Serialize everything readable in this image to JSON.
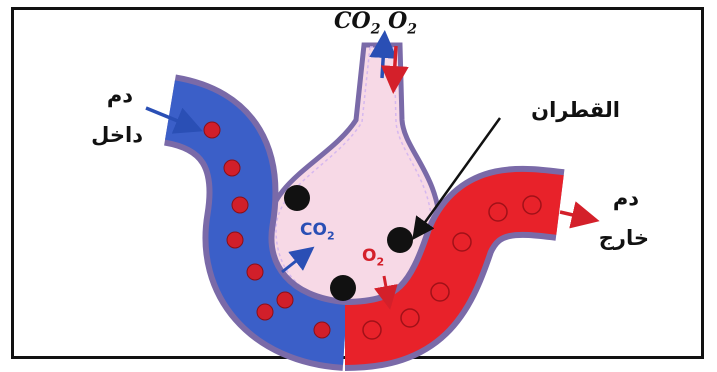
{
  "labels": {
    "blood_in_line1": "دم",
    "blood_in_line2": "داخل",
    "blood_out_line1": "دم",
    "blood_out_line2": "خارج",
    "capillary": "القطران",
    "top_co2": "CO",
    "top_co2_sub": "2",
    "top_o2": "O",
    "top_o2_sub": "2",
    "inner_co2": "CO",
    "inner_co2_sub": "2",
    "inner_o2": "O",
    "inner_o2_sub": "2"
  },
  "colors": {
    "deoxygenated_blood": "#3b5fc8",
    "oxygenated_blood": "#e8222a",
    "alveolus_fill": "#f7d9e6",
    "vessel_wall": "#7a6aa8",
    "co2_arrow": "#2a4fb5",
    "o2_arrow": "#d4202a",
    "particle": "#111111"
  }
}
